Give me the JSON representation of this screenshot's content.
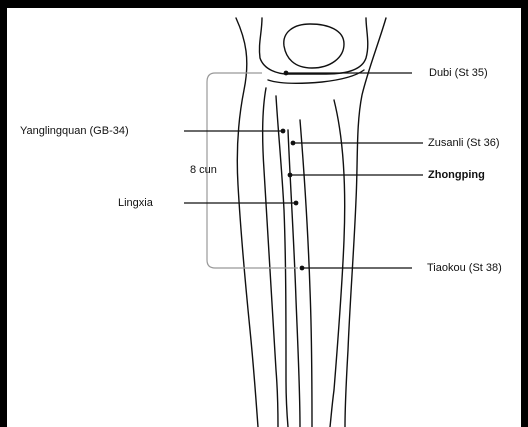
{
  "diagram": {
    "labels": {
      "dubi": "Dubi (St 35)",
      "yanglingquan": "Yanglingquan (GB-34)",
      "zusanli": "Zusanli (St 36)",
      "eight_cun": "8 cun",
      "zhongping": "Zhongping",
      "lingxia": "Lingxia",
      "tiaokou": "Tiaokou (St 38)"
    },
    "colors": {
      "frame": "#000000",
      "background": "#ffffff",
      "ink": "#111111",
      "bracket": "#999999"
    }
  }
}
